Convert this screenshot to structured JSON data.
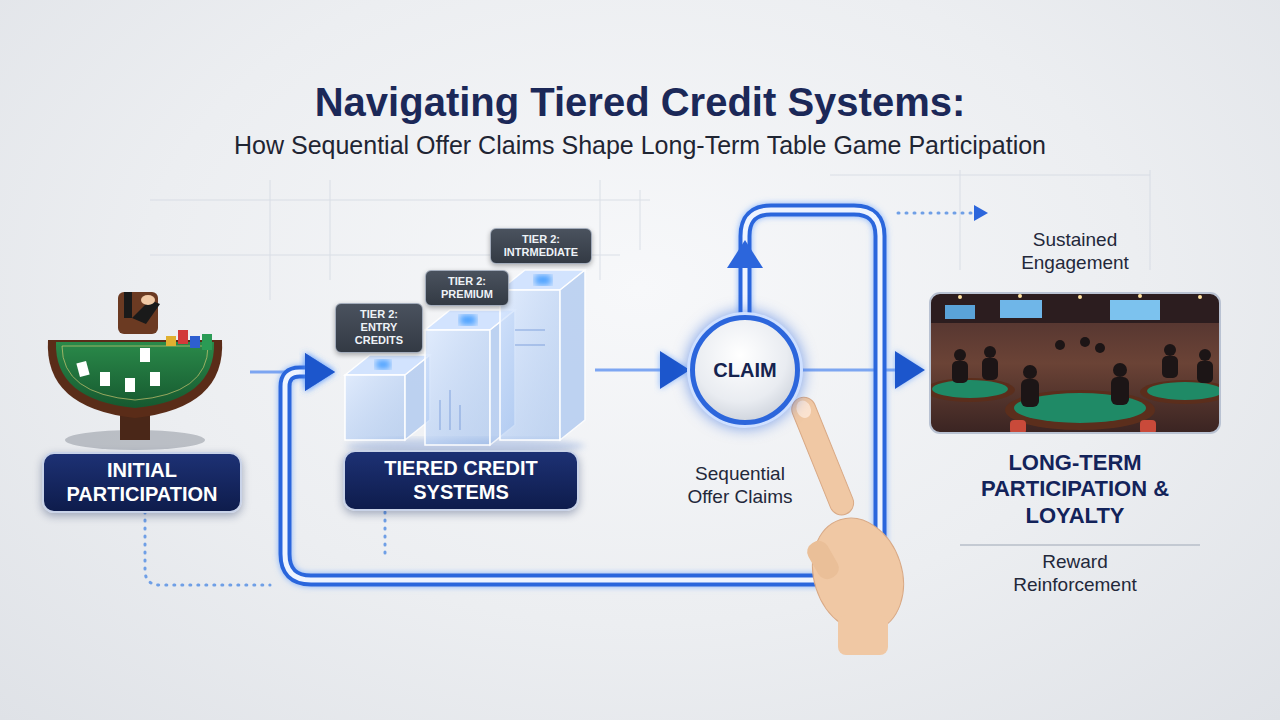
{
  "diagram": {
    "title": "Navigating Tiered Credit Systems:",
    "nodes": [
      {
        "text": [
          "INITIAL PARTICIPATION"
        ]
      },
      {
        "text": [
          "TIERED CREDIT SYSTEMS"
        ]
      },
      {
        "text": [
          "TIER 2: ENTRY CREDITS"
        ],
        "in": 1
      },
      {
        "text": [
          "TIER 2: PREMIUM"
        ],
        "in": 1
      },
      {
        "text": [
          "TIER 2: INTRMEDIATE"
        ],
        "in": 1
      },
      {
        "text": [
          "CLAIM",
          "Sequential Offer Claims"
        ]
      },
      {
        "text": [
          "Sustained Engagement",
          "LONG-TERM PARTICIPATION & LOYALTY",
          "Reward Reinforcement"
        ]
      }
    ],
    "edges": [
      {
        "from": 0,
        "to": 1,
        "arrow": "to"
      },
      {
        "from": 1,
        "to": 5,
        "arrow": "to"
      },
      {
        "from": 5,
        "to": 6,
        "arrow": "to"
      },
      {
        "from": 5,
        "to": 1,
        "arrow": "to"
      }
    ],
    "labels": [
      "How Sequential Offer Claims Shape Long-Term Table Game Participation"
    ]
  }
}
